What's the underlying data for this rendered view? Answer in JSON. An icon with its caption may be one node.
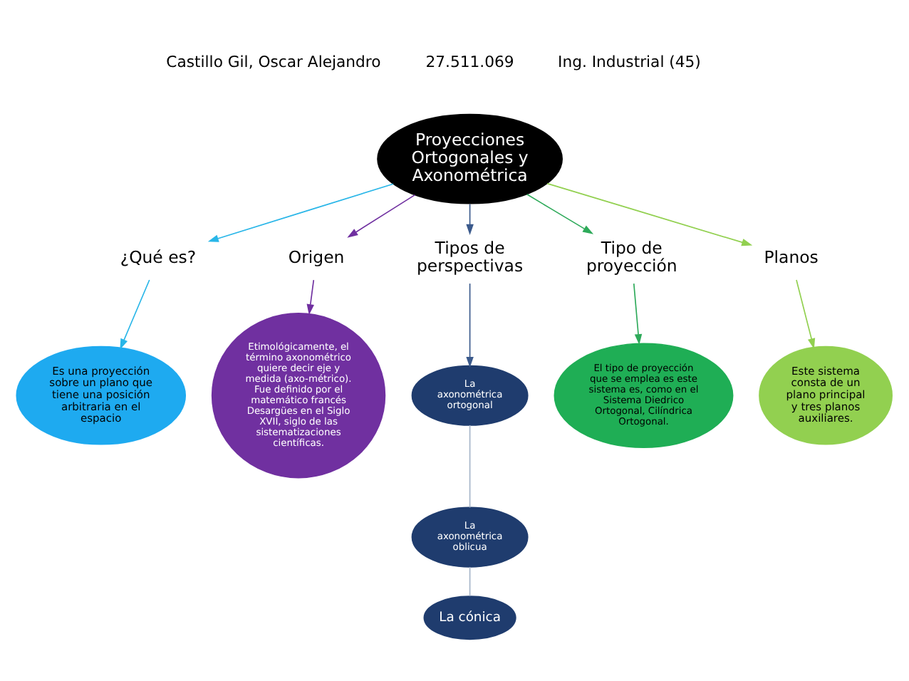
{
  "diagram": {
    "nodes": [
      {
        "text": [
          "Proyecciones Ortogonales y Axonométrica"
        ]
      },
      {
        "text": [
          "¿Qué es?"
        ]
      },
      {
        "text": [
          "Origen"
        ]
      },
      {
        "text": [
          "Tipos de perspectivas"
        ]
      },
      {
        "text": [
          "Tipo de proyección"
        ]
      },
      {
        "text": [
          "Planos"
        ]
      },
      {
        "text": [
          "Es una proyección sobre un plano que tiene una posición arbitraria en el espacio"
        ]
      },
      {
        "text": [
          "Etimológicamente, el término axonométrico quiere decir eje y medida (axo-métrico). Fue definido por el matemático francés Desargües en el Siglo XVII, siglo de las sistematizaciones científicas."
        ]
      },
      {
        "text": [
          "La axonométrica ortogonal"
        ]
      },
      {
        "text": [
          "La axonométrica oblicua"
        ]
      },
      {
        "text": [
          "La cónica"
        ]
      },
      {
        "text": [
          "El tipo de proyección que se emplea es este sistema es, como en el Sistema Diedrico Ortogonal, Cilíndrica Ortogonal."
        ]
      },
      {
        "text": [
          "Este sistema consta de un plano principal y tres planos auxiliares."
        ]
      }
    ],
    "edges": [
      {
        "from": 0,
        "to": 1,
        "arrow": "to",
        "color": "#29b6e8"
      },
      {
        "from": 1,
        "to": 6,
        "arrow": "to",
        "color": "#29b6e8"
      },
      {
        "from": 0,
        "to": 2,
        "arrow": "to",
        "color": "#7030a0"
      },
      {
        "from": 2,
        "to": 7,
        "arrow": "to",
        "color": "#7030a0"
      },
      {
        "from": 0,
        "to": 3,
        "arrow": "to",
        "color": "#3b5a8c"
      },
      {
        "from": 3,
        "to": 8,
        "arrow": "to",
        "color": "#3b5a8c"
      },
      {
        "from": 8,
        "to": 9,
        "arrow": "none",
        "color": "#a6b4c8"
      },
      {
        "from": 9,
        "to": 10,
        "arrow": "none",
        "color": "#a6b4c8"
      },
      {
        "from": 0,
        "to": 4,
        "arrow": "to",
        "color": "#2eaa5a"
      },
      {
        "from": 4,
        "to": 11,
        "arrow": "to",
        "color": "#2eaa5a"
      },
      {
        "from": 0,
        "to": 5,
        "arrow": "to",
        "color": "#92d050"
      },
      {
        "from": 5,
        "to": 12,
        "arrow": "to",
        "color": "#92d050"
      }
    ],
    "labels": [
      "Castillo Gil, Oscar Alejandro",
      "27.511.069",
      "Ing. Industrial (45)"
    ]
  }
}
